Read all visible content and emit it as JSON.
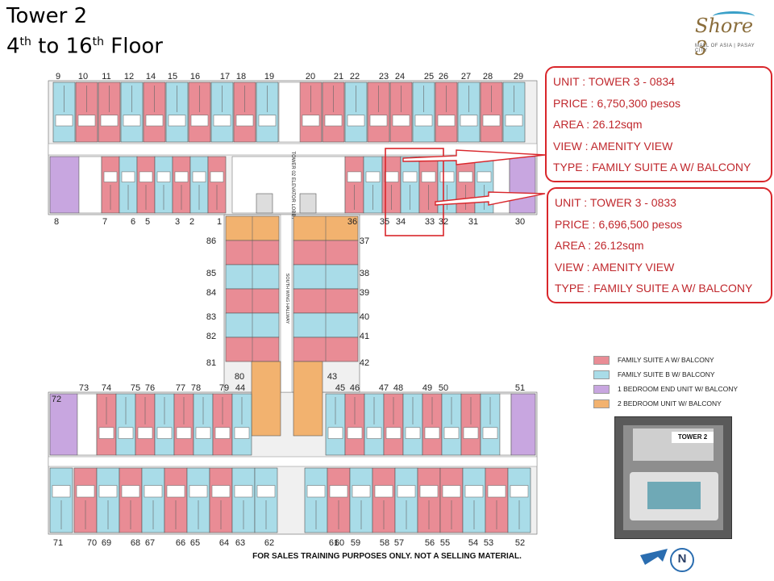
{
  "title": {
    "line1": "Tower 2",
    "line2_pre": "4",
    "line2_sup1": "th",
    "line2_mid": " to 16",
    "line2_sup2": "th",
    "line2_post": " Floor"
  },
  "logo": {
    "brand": "Shore 3",
    "tagline": "MALL OF ASIA | PASAY CITY"
  },
  "units": [
    {
      "unit": "UNIT : TOWER 3 - 0834",
      "price": "PRICE : 6,750,300 pesos",
      "area": "AREA : 26.12sqm",
      "view": "VIEW : AMENITY VIEW",
      "type": "TYPE : FAMILY SUITE A W/ BALCONY"
    },
    {
      "unit": "UNIT : TOWER 3 - 0833",
      "price": "PRICE : 6,696,500 pesos",
      "area": "AREA : 26.12sqm",
      "view": "VIEW : AMENITY VIEW",
      "type": "TYPE : FAMILY SUITE A W/ BALCONY"
    }
  ],
  "legend": [
    {
      "label": "FAMILY SUITE A W/ BALCONY",
      "color": "#e98c95"
    },
    {
      "label": "FAMILY SUITE B W/ BALCONY",
      "color": "#a9dce8"
    },
    {
      "label": "1 BEDROOM END UNIT W/ BALCONY",
      "color": "#c8a6e0"
    },
    {
      "label": "2 BEDROOM UNIT W/ BALCONY",
      "color": "#f2b26f"
    }
  ],
  "keyplan_label": "TOWER 2",
  "compass_label": "N",
  "lobby_label": "TOWER 02 ELEVATOR LOBBY",
  "hallway_label": "SOUTH WING HALLWAY",
  "footer": "FOR SALES TRAINING PURPOSES ONLY. NOT A SELLING MATERIAL.",
  "colors": {
    "pink": "#e98c95",
    "blue": "#a9dce8",
    "purple": "#c8a6e0",
    "orange": "#f2b26f",
    "accent": "#d9262b"
  },
  "unit_numbers": {
    "top_row": [
      "9",
      "10",
      "11",
      "12",
      "14",
      "15",
      "16",
      "17",
      "18",
      "19",
      "20",
      "21",
      "22",
      "23",
      "24",
      "25",
      "26",
      "27",
      "28",
      "29"
    ],
    "top_lower": [
      "8",
      "7",
      "6",
      "5",
      "3",
      "2",
      "1",
      "36",
      "35",
      "34",
      "33",
      "32",
      "31",
      "30"
    ],
    "left_col": [
      "86",
      "85",
      "84",
      "83",
      "82",
      "81",
      "80"
    ],
    "right_col": [
      "37",
      "38",
      "39",
      "40",
      "41",
      "42",
      "43"
    ],
    "bottom_upper": [
      "73",
      "74",
      "75",
      "76",
      "77",
      "78",
      "79",
      "44",
      "45",
      "46",
      "47",
      "48",
      "49",
      "50",
      "51",
      "72"
    ],
    "bottom_row": [
      "71",
      "70",
      "69",
      "68",
      "67",
      "66",
      "65",
      "64",
      "63",
      "62",
      "61",
      "60",
      "59",
      "58",
      "57",
      "56",
      "55",
      "54",
      "53",
      "52"
    ]
  }
}
